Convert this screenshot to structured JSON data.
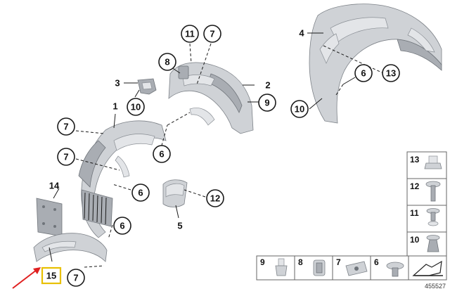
{
  "callouts": {
    "c1": "1",
    "c2": "2",
    "c3": "3",
    "c4": "4",
    "c5": "5",
    "c6a": "6",
    "c6b": "6",
    "c6c": "6",
    "c6d": "6",
    "c7a": "7",
    "c7b": "7",
    "c7c": "7",
    "c7d": "7",
    "c8": "8",
    "c9": "9",
    "c10a": "10",
    "c10b": "10",
    "c11": "11",
    "c12": "12",
    "c13": "13",
    "c14": "14",
    "c15": "15"
  },
  "legend": {
    "right_column": [
      "13",
      "12",
      "11",
      "10"
    ],
    "bottom_row": [
      "9",
      "8",
      "7",
      "6"
    ]
  },
  "highlight_color": "#e8c000",
  "arrow_color": "#e02020",
  "reference_number": "455527"
}
